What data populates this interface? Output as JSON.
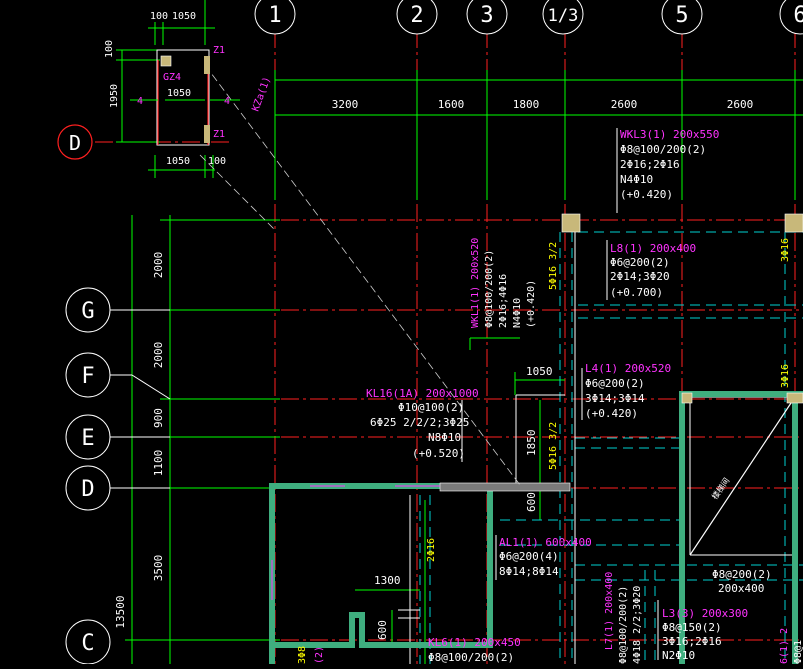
{
  "colors": {
    "background": "#000000",
    "dimension": "#00ff00",
    "axis": "#ff0000",
    "beam_label": "#ff33ff",
    "text": "#ffffff",
    "rebar": "#ffff00",
    "wall": "#3fae7f",
    "dashed": "#00d0d0",
    "column": "#c8b87a"
  },
  "top_axis_bubbles": [
    "1",
    "2",
    "3",
    "1/3",
    "5",
    "6"
  ],
  "left_axis_bubbles": [
    "G",
    "F",
    "E",
    "D",
    "C"
  ],
  "detail_axis_bubble": "D",
  "top_dims": [
    "3200",
    "1600",
    "1800",
    "2600",
    "2600"
  ],
  "left_dims": [
    "2000",
    "2000",
    "900",
    "1100",
    "3500",
    "13500"
  ],
  "detail": {
    "dim_top_left": "100",
    "dim_top_right": "1050",
    "dim_left_top": "100",
    "dim_left_main": "1950",
    "dim_inner": "1050",
    "dim_bottom_left": "1050",
    "dim_bottom_right": "100",
    "label_gz": "GZ4",
    "label_z1_top": "Z1",
    "label_z1_bottom": "Z1",
    "mark_left": "4",
    "mark_right": "4",
    "kz_label": "KZa(1)"
  },
  "beams": {
    "wkl3": {
      "name": "WKL3(1) 200x550",
      "line1": "Φ8@100/200(2)",
      "line2": "2Φ16;2Φ16",
      "line3": "N4Φ10",
      "line4": "(+0.420)"
    },
    "l8": {
      "name": "L8(1) 200x400",
      "line1": "Φ6@200(2)",
      "line2": "2Φ14;3Φ20",
      "line3": "(+0.700)"
    },
    "wkl1": {
      "name": "WKL1(1) 200x520",
      "line1": "Φ8@100/200(2)",
      "line2": "2Φ16;4Φ16",
      "line3": "N4Φ10",
      "line4": "(+0.420)"
    },
    "rebar_5phi16_a": "5Φ16 3/2",
    "rebar_5phi16_b": "5Φ16 3/2",
    "rebar_3phi16_a": "3Φ16",
    "rebar_3phi16_b": "3Φ16",
    "rebar_2phi16": "2Φ16",
    "kl16": {
      "name": "KL16(1A) 200x1000",
      "line1": "Φ10@100(2)",
      "line2": "6Φ25 2/2/2;3Φ25",
      "line3": "N8Φ10",
      "line4": "(+0.520)"
    },
    "l4": {
      "name": "L4(1) 200x520",
      "line1": "Φ6@200(2)",
      "line2": "3Φ14;3Φ14",
      "line3": "(+0.420)"
    },
    "dim_1050": "1050",
    "dim_1850": "1850",
    "dim_600_a": "600",
    "al1": {
      "name": "AL1(1) 600x400",
      "line1": "Φ6@200(4)",
      "line2": "8Φ14;8Φ14"
    },
    "right_stirrup": {
      "line1": "Φ8@200(2)",
      "line2": "200x400"
    },
    "dim_1300": "1300",
    "dim_600_b": "600",
    "kl6": {
      "name": "KL6(1) 200x450",
      "line1": "Φ8@100/200(2)"
    },
    "l7": {
      "name": "L7(1) 200x400",
      "line1": "Φ8@100/200(2)",
      "line2": "4Φ18 2/2;3Φ20"
    },
    "l3": {
      "name": "L3(3) 200x300",
      "line1": "Φ8@150(2)",
      "line2": "3Φ16;2Φ16",
      "line3": "N2Φ10"
    },
    "bottom_left_a": "3Φ8",
    "bottom_left_b": "(2)",
    "bottom_right_a": "6(1) 2",
    "bottom_right_b": "Φ8@1"
  },
  "diagonal_label": "楼梯间"
}
